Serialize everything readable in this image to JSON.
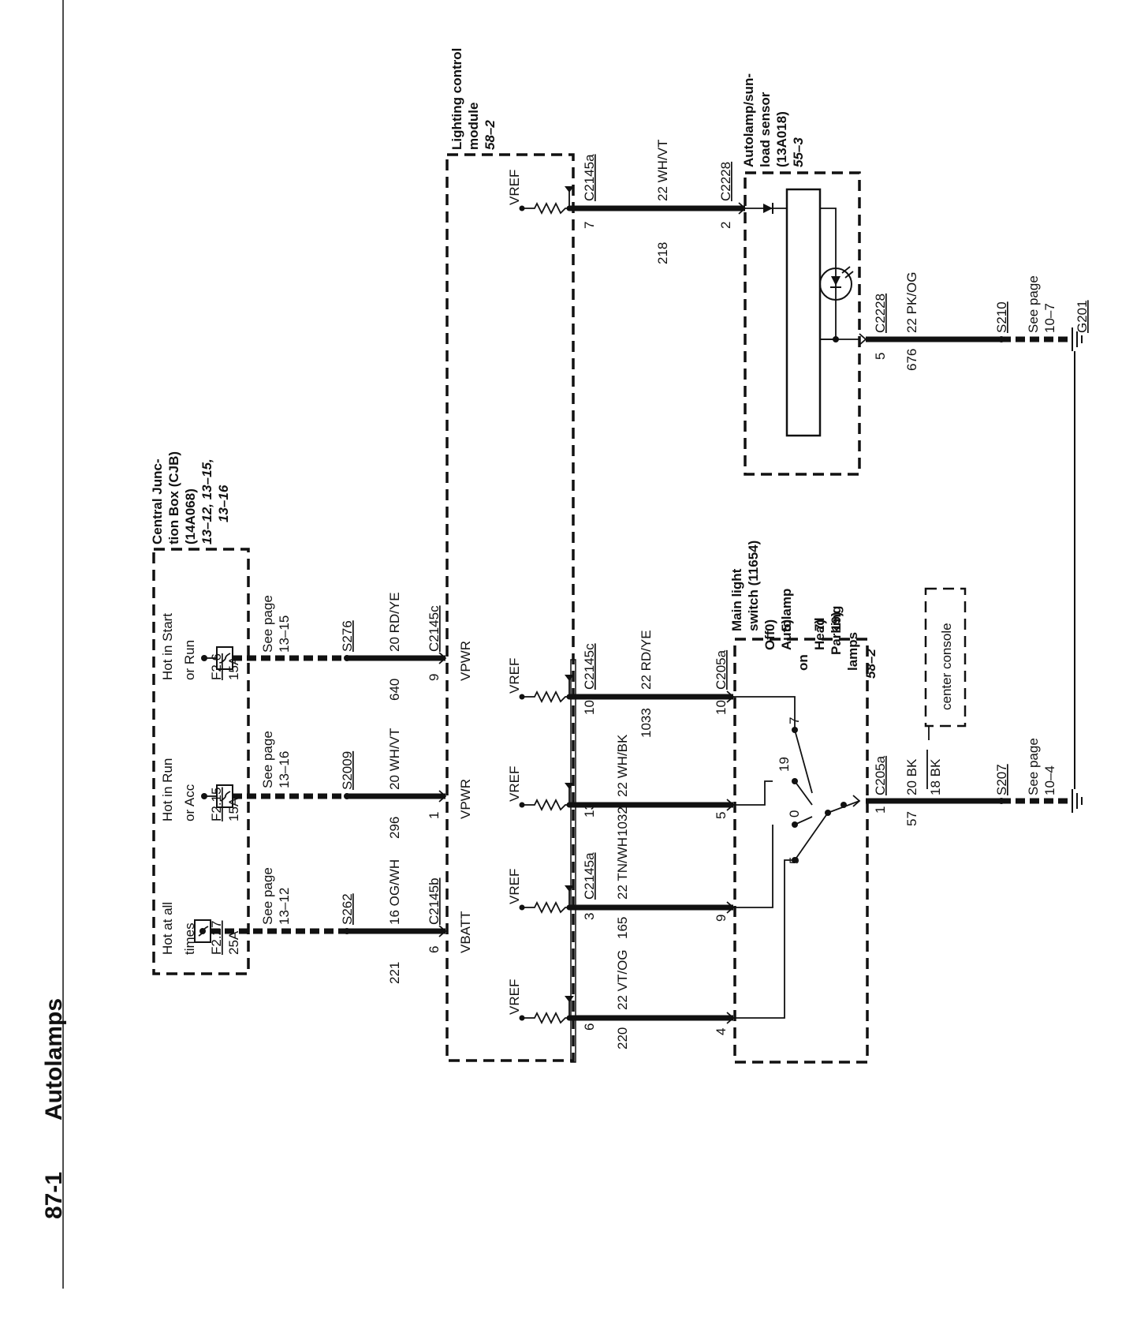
{
  "header": {
    "page_number": "87-1",
    "title": "Autolamps"
  },
  "cjb": {
    "title_lines": [
      "Central Junc-",
      "tion Box (CJB)",
      "(14A068)"
    ],
    "ref_lines": [
      "13–12, 13–15,",
      "13–16"
    ],
    "fuses": [
      {
        "feed_lines": [
          "Hot at all",
          "times"
        ],
        "fuse": "F2.27",
        "amps": "25A",
        "see_lines": [
          "See page",
          "13–12"
        ],
        "splice": "S262",
        "wire": "16 OG/WH",
        "circuit": "221",
        "connector": "C2145b",
        "pin": "6",
        "signal": "VBATT"
      },
      {
        "feed_lines": [
          "Hot in Run",
          "or Acc"
        ],
        "fuse": "F2.15",
        "amps": "15A",
        "see_lines": [
          "See page",
          "13–16"
        ],
        "splice": "S2009",
        "wire": "20 WH/VT",
        "circuit": "296",
        "connector": "",
        "pin": "1",
        "signal": "VPWR"
      },
      {
        "feed_lines": [
          "Hot in Start",
          "or Run"
        ],
        "fuse": "F2.6",
        "amps": "15A",
        "see_lines": [
          "See page",
          "13–15"
        ],
        "splice": "S276",
        "wire": "20 RD/YE",
        "circuit": "640",
        "connector": "C2145c",
        "pin": "9",
        "signal": "VPWR"
      }
    ]
  },
  "lcm": {
    "title_lines": [
      "Lighting control",
      "module"
    ],
    "ref": "58–2"
  },
  "vref_label": "VREF",
  "switch_wires": [
    {
      "lcm_pin": "6",
      "circuit": "220",
      "wire": "22 VT/OG",
      "sw_pin": "4",
      "lcm_connector": "",
      "sw_connector": ""
    },
    {
      "lcm_pin": "3",
      "circuit": "165",
      "wire": "22 TN/WH",
      "sw_pin": "9",
      "lcm_connector": "C2145a",
      "sw_connector": ""
    },
    {
      "lcm_pin": "13",
      "circuit": "1032",
      "wire": "22 WH/BK",
      "sw_pin": "5",
      "lcm_connector": "",
      "sw_connector": ""
    },
    {
      "lcm_pin": "10",
      "circuit": "1033",
      "wire": "22 RD/YE",
      "sw_pin": "10",
      "lcm_connector": "C2145c",
      "sw_connector": "C205a"
    }
  ],
  "switch": {
    "title_lines": [
      "Main light",
      "switch (11654)"
    ],
    "positions": [
      {
        "num": "0)",
        "label": "Off"
      },
      {
        "num": "5)",
        "label": "Autolamp"
      },
      {
        "num": "",
        "label": "on"
      },
      {
        "num": "7)",
        "label": "Head"
      },
      {
        "num": "19)",
        "label": "Parking"
      },
      {
        "num": "",
        "label": "lamps"
      }
    ],
    "ref": "58–2",
    "contacts": [
      "0",
      "5",
      "19",
      "7"
    ],
    "center_console": "center console"
  },
  "ground_circuit": {
    "pin": "1",
    "connector": "C205a",
    "circuit": "57",
    "wire": "20 BK",
    "alt_wire": "18 BK",
    "splice": "S207",
    "see_lines": [
      "See page",
      "10–4"
    ]
  },
  "sensor": {
    "title_lines": [
      "Autolamp/sun-",
      "load sensor",
      "(13A018)"
    ],
    "ref": "55–3",
    "signal": {
      "lcm_connector": "C2145a",
      "lcm_pin": "7",
      "wire": "22 WH/VT",
      "circuit": "218",
      "sensor_connector": "C2228",
      "sensor_pin": "2"
    },
    "ground": {
      "connector": "C2228",
      "pin": "5",
      "wire": "22 PK/OG",
      "circuit": "676",
      "splice": "S210",
      "see_lines": [
        "See page",
        "10–7"
      ],
      "ground_id": "G201"
    }
  }
}
